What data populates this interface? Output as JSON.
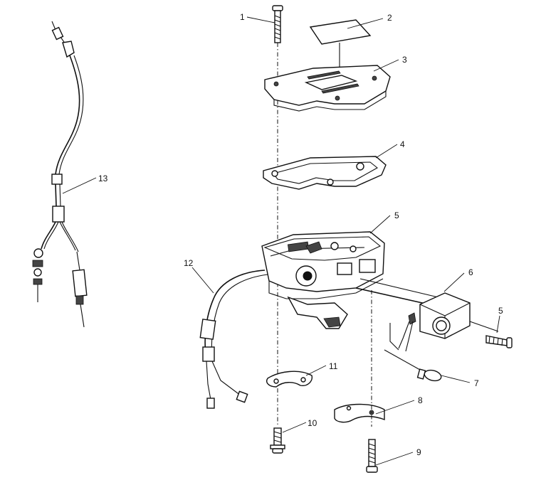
{
  "callouts": [
    {
      "id": "c1",
      "text": "1"
    },
    {
      "id": "c2",
      "text": "2"
    },
    {
      "id": "c3",
      "text": "3"
    },
    {
      "id": "c4",
      "text": "4"
    },
    {
      "id": "c5a",
      "text": "5"
    },
    {
      "id": "c5b",
      "text": "5"
    },
    {
      "id": "c6",
      "text": "6"
    },
    {
      "id": "c7",
      "text": "7"
    },
    {
      "id": "c8",
      "text": "8"
    },
    {
      "id": "c9",
      "text": "9"
    },
    {
      "id": "c10",
      "text": "10"
    },
    {
      "id": "c11",
      "text": "11"
    },
    {
      "id": "c12",
      "text": "12"
    },
    {
      "id": "c13",
      "text": "13"
    }
  ]
}
